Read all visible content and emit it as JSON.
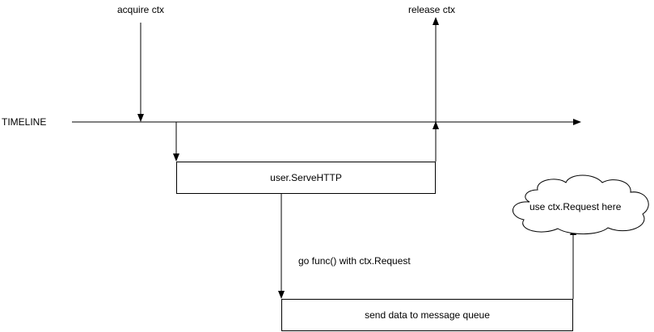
{
  "labels": {
    "acquire": "acquire ctx",
    "release": "release ctx",
    "timeline": "TIMELINE",
    "goroutine": "go func() with ctx.Request"
  },
  "boxes": {
    "serve_http": "user.ServeHTTP",
    "queue": "send data to message queue"
  },
  "cloud": {
    "text": "use ctx.Request here"
  },
  "colors": {
    "stroke": "#000000",
    "background": "#ffffff"
  }
}
